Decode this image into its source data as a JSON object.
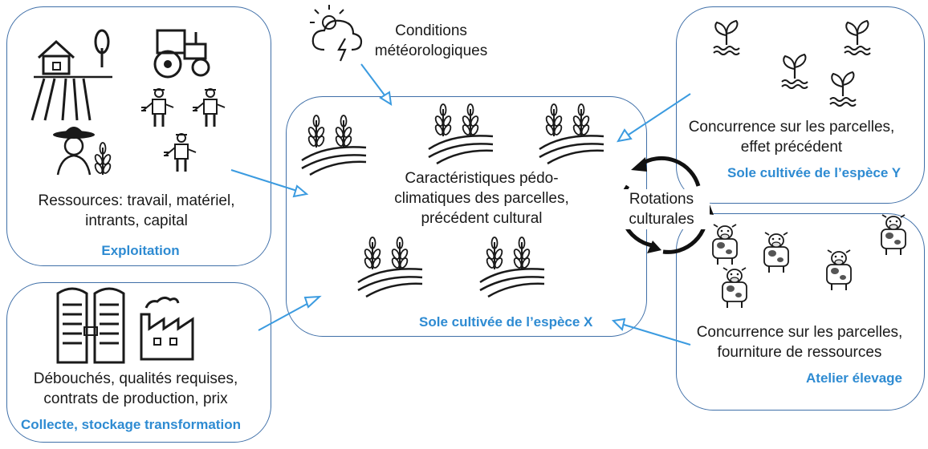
{
  "exploitation": {
    "text": [
      "Ressources: travail, matériel,",
      "intrants, capital"
    ],
    "title": "Exploitation"
  },
  "collecte": {
    "text": [
      "Débouchés, qualités requises,",
      "contrats de production, prix"
    ],
    "title": "Collecte, stockage transformation"
  },
  "sole_x": {
    "text": [
      "Caractéristiques pédo-",
      "climatiques des parcelles,",
      "précédent cultural"
    ],
    "title": "Sole cultivée de l’espèce X"
  },
  "sole_y": {
    "text": [
      "Concurrence sur les parcelles,",
      "effet précédent"
    ],
    "title": "Sole cultivée de l’espèce Y"
  },
  "elevage": {
    "text": [
      "Concurrence sur les parcelles,",
      "fourniture de ressources"
    ],
    "title": "Atelier élevage"
  },
  "meteo": {
    "text": [
      "Conditions",
      "météorologiques"
    ]
  },
  "rotations": {
    "text": [
      "Rotations",
      "culturales"
    ]
  },
  "icons": [
    "farm-icon",
    "tractor-icon",
    "farmer-icon",
    "worker-icon",
    "crop-field-icon",
    "seedling-icon",
    "cow-icon",
    "silo-icon",
    "factory-icon",
    "storm-cloud-icon"
  ],
  "colors": {
    "box_border": "#3f6fa8",
    "arrow": "#3b9be0",
    "title": "#2e8bd2"
  }
}
